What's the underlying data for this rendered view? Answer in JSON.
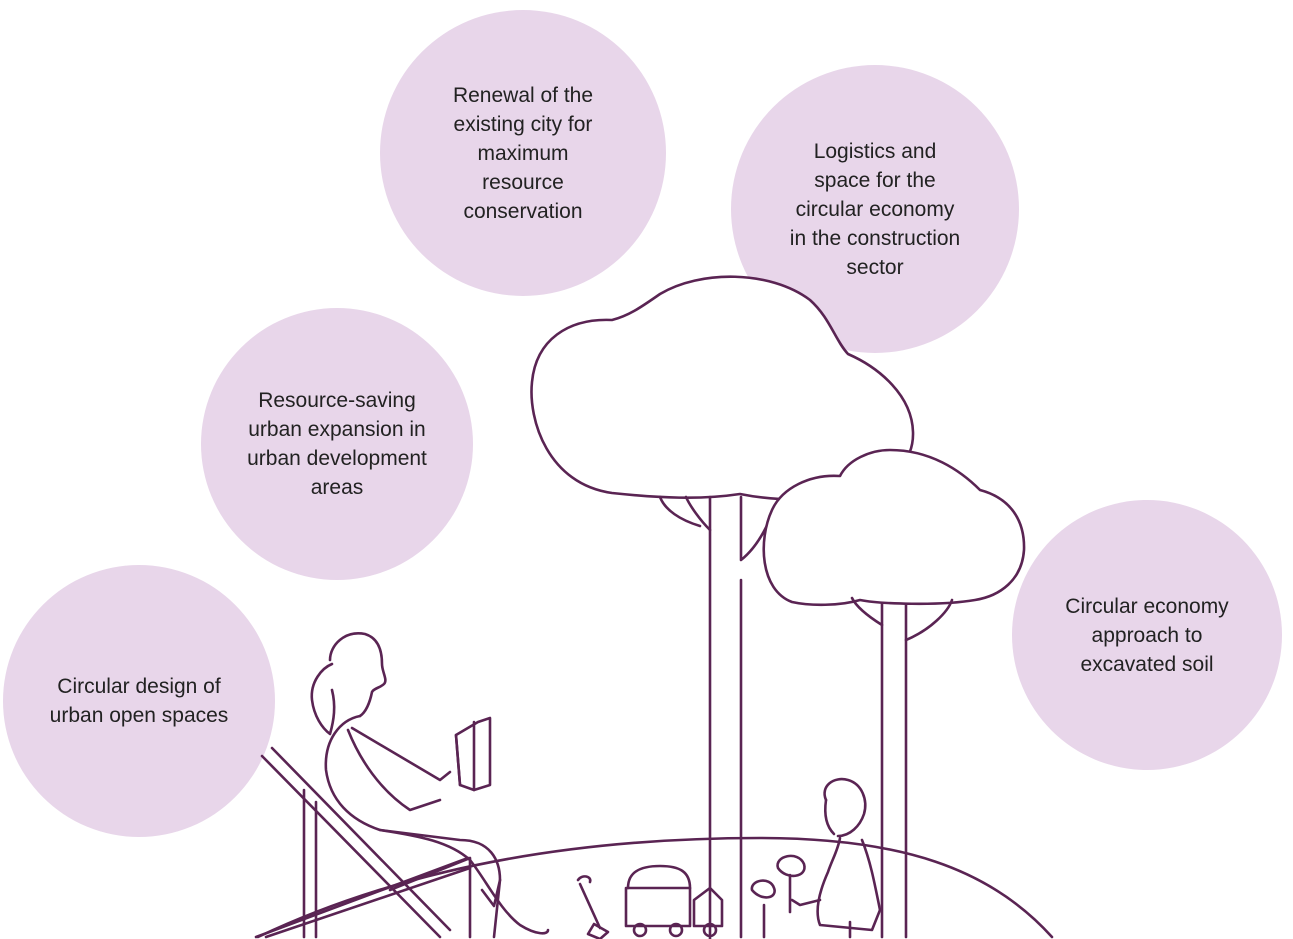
{
  "colors": {
    "bubble_fill": "#e8d6ea",
    "line": "#5a2453",
    "text": "#222222"
  },
  "bubbles": {
    "renewal": "Renewal of the\nexisting city for\nmaximum\nresource\nconservation",
    "logistics": "Logistics and\nspace for the\ncircular economy\nin the construction\nsector",
    "expansion": "Resource-saving\nurban expansion in\nurban development\nareas",
    "open_spaces": "Circular design of\nurban open spaces",
    "soil": "Circular economy\napproach to\nexcavated soil"
  }
}
